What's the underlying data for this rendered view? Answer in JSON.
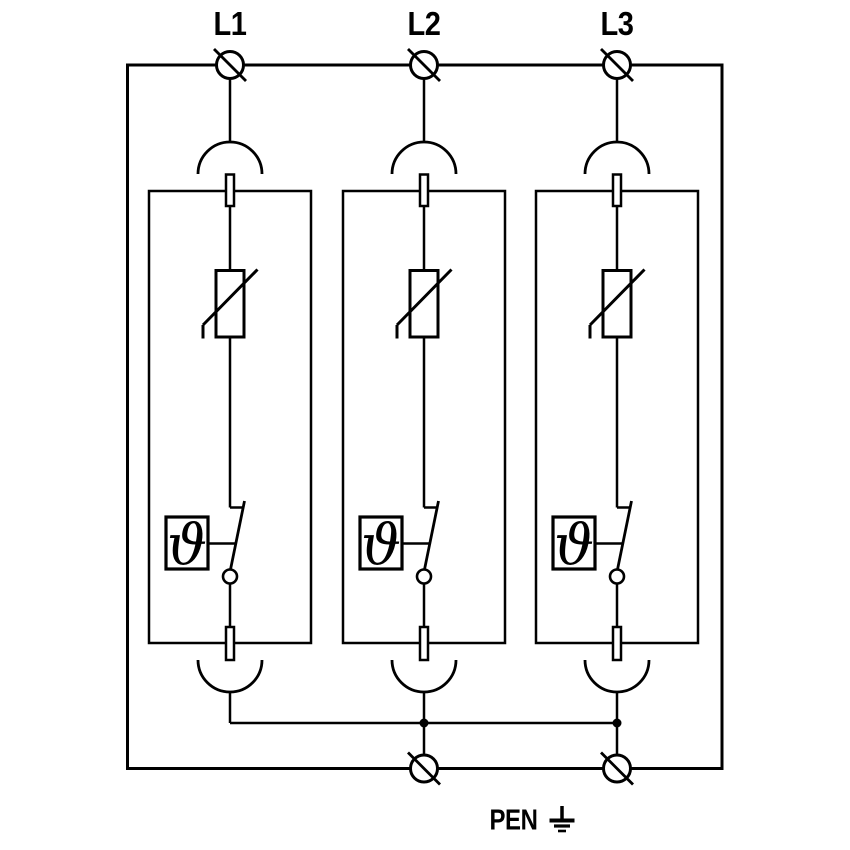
{
  "diagram": {
    "phases": [
      {
        "label": "L1"
      },
      {
        "label": "L2"
      },
      {
        "label": "L3"
      }
    ],
    "pen": {
      "label": "PEN"
    },
    "symbols": {
      "thermal": "ϑ",
      "earth": "earth-ground",
      "terminal": "screw-terminal"
    },
    "colors": {
      "line": "#000000",
      "background": "#ffffff"
    }
  }
}
